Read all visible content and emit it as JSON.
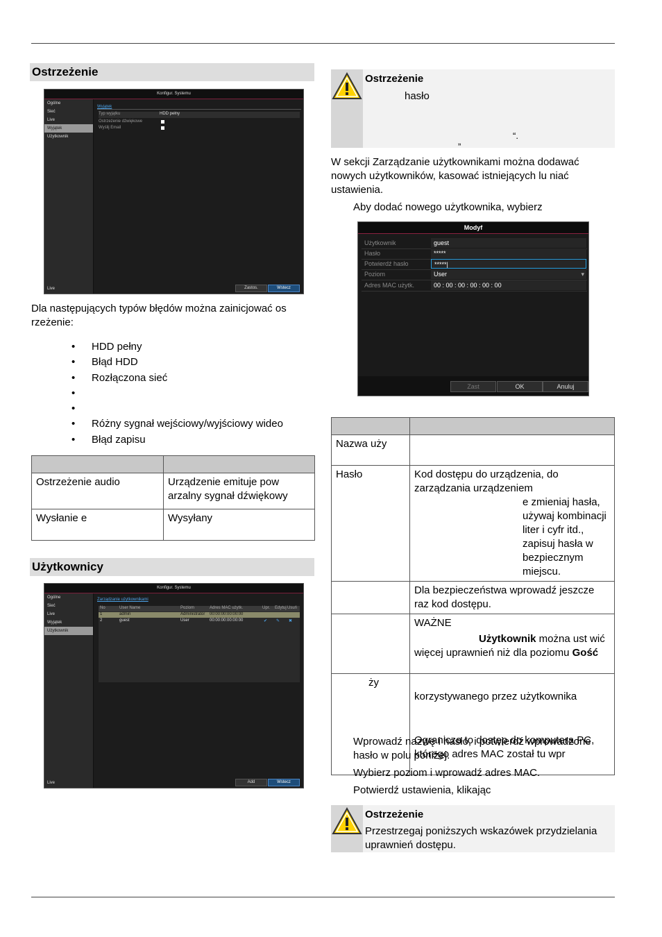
{
  "section1": {
    "title": "Ostrzeżenie",
    "intro": "Dla następujących typów błędów można zainicjować os rzeżenie:",
    "bullets": [
      "HDD pełny",
      "Błąd HDD",
      "Rozłączona sieć",
      "",
      "",
      "Różny sygnał wejściowy/wyjściowy wideo",
      "Błąd zapisu"
    ],
    "table": {
      "headers": [
        "",
        ""
      ],
      "rows": [
        [
          "Ostrzeżenie audio",
          "Urządzenie emituje pow arzalny sygnał dźwiękowy"
        ],
        [
          "Wysłanie e",
          "Wysyłany"
        ]
      ]
    }
  },
  "section2": {
    "title": "Użytkownicy"
  },
  "dvr1": {
    "title": "Konfigur. Systemu",
    "menu": [
      "Ogólne",
      "Sieć",
      "Live",
      "Wyjątek",
      "Użytkownik"
    ],
    "heading": "Wyjątek",
    "rows": [
      [
        "Typ wyjątku",
        "HDD pełny"
      ],
      [
        "Ostrzeżenie dźwiękowe",
        ""
      ],
      [
        "Wyślij Email",
        ""
      ]
    ],
    "bottom_left": "Live",
    "btn1": "Zastos.",
    "btn2": "Wstecz"
  },
  "dvr2": {
    "title": "Konfigur. Systemu",
    "menu": [
      "Ogólne",
      "Sieć",
      "Live",
      "Wyjątek",
      "Użytkownik"
    ],
    "heading": "Zarządzanie użytkownikami",
    "cols": [
      "No",
      "User Name",
      "Poziom",
      "Adres MAC użytk.",
      "Upr.",
      "Edytuj",
      "Usuń"
    ],
    "rows": [
      [
        "1",
        "admin",
        "Administrator",
        "00:00:00:00:00:00"
      ],
      [
        "2",
        "guest",
        "User",
        "00:00:00:00:00:00"
      ]
    ],
    "bottom_left": "Live",
    "btn1": "Add",
    "btn2": "Wstecz"
  },
  "warn1": {
    "title": "Ostrzeżenie",
    "line1": "hasło",
    "quote_open": "„",
    "quote_close": "“."
  },
  "right_text": {
    "p1": "W sekcji Zarządzanie użytkownikami można dodawać nowych użytkowników, kasować istniejących lu niać ustawienia.",
    "p2": "Aby dodać nowego użytkownika, wybierz"
  },
  "modal": {
    "title": "Modyf",
    "fields": [
      {
        "label": "Użytkownik",
        "value": "guest"
      },
      {
        "label": "Hasło",
        "value": "*****"
      },
      {
        "label": "Potwierdź hasło",
        "value": "*****|"
      },
      {
        "label": "Poziom",
        "value": "User"
      },
      {
        "label": "Adres MAC użytk.",
        "value": "00 : 00 : 00 : 00 : 00 : 00"
      }
    ],
    "btn_apply": "Zast",
    "btn_ok": "OK",
    "btn_cancel": "Anuluj"
  },
  "table2": {
    "headers": [
      "",
      ""
    ],
    "rows": [
      {
        "name": "Nazwa uży",
        "desc": ""
      },
      {
        "name": "Hasło",
        "desc": "Kod dostępu do urządzenia, do zarządzania urządzeniem",
        "desc2": "e zmieniaj hasła, używaj kombinacji liter i cyfr itd., zapisuj hasła w bezpiecznym miejscu."
      },
      {
        "name": "",
        "desc": "Dla bezpieczeństwa wprowadź jeszcze raz kod dostępu."
      },
      {
        "name": "",
        "desc_a": "WAŻNE",
        "desc_b": "Użytkownik",
        "desc_c": " można ust wić więcej uprawnień niż dla poziomu ",
        "desc_d": "Gość"
      },
      {
        "name": "ży",
        "desc": "korzystywanego przez użytkownika",
        "desc2": "Ogranicza to dostęp do komputera PC, którego adres MAC został tu wpr"
      }
    ]
  },
  "steps": [
    "Wprowadź nazwę i hasło, i potwierdź wprowadzone hasło w polu poniżej.",
    "Wybierz poziom i wprowadź adres MAC.",
    "Potwierdź ustawienia, klikając"
  ],
  "warn2": {
    "title": "Ostrzeżenie",
    "text": "Przestrzegaj poniższych wskazówek przydzielania uprawnień dostępu."
  }
}
